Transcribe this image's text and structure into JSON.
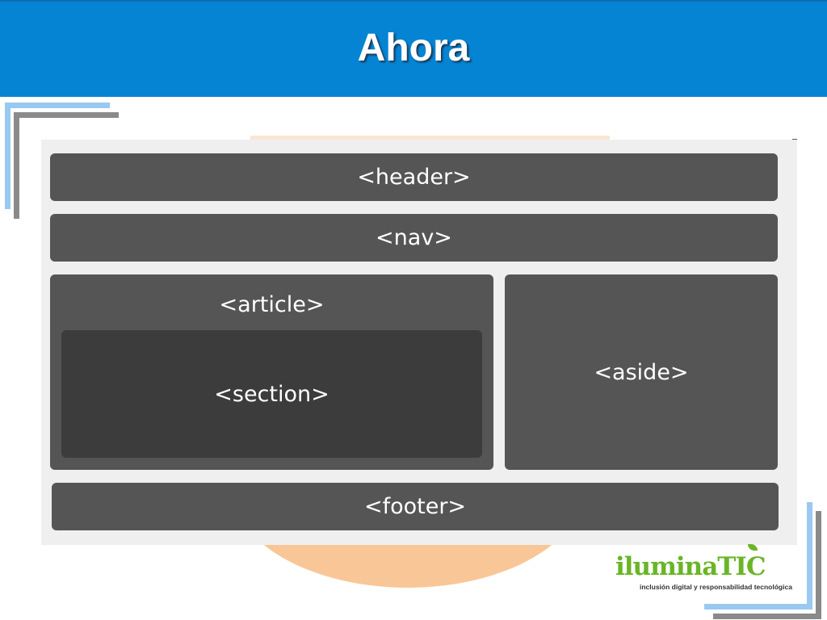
{
  "slide": {
    "title": "Ahora"
  },
  "diagram": {
    "header": "<header>",
    "nav": "<nav>",
    "article": "<article>",
    "section": "<section>",
    "aside": "<aside>",
    "footer": "<footer>"
  },
  "logo": {
    "name": "iluminaTIC",
    "tagline": "inclusión digital y responsabilidad tecnológica"
  },
  "colors": {
    "title_bar": "#0584d4",
    "block": "#555555",
    "inner_block": "#3c3c3c",
    "diagram_bg": "#efefef",
    "accent_orange": "#f9c797",
    "logo_green": "#6ab528"
  }
}
